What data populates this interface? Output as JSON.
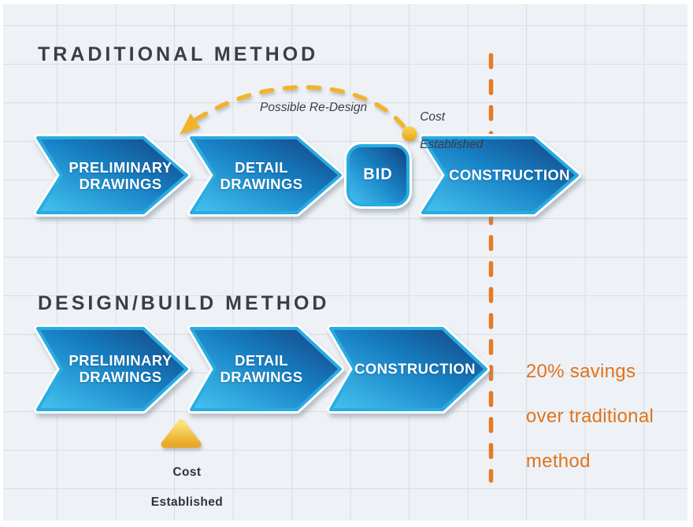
{
  "traditional": {
    "title": "TRADITIONAL METHOD",
    "annotations": {
      "redesign": "Possible Re-Design",
      "cost": {
        "line1": "Cost",
        "line2": "Established"
      }
    },
    "steps": [
      {
        "line1": "PRELIMINARY",
        "line2": "DRAWINGS"
      },
      {
        "line1": "DETAIL",
        "line2": "DRAWINGS"
      },
      {
        "line1": "BID",
        "line2": ""
      },
      {
        "line1": "CONSTRUCTION",
        "line2": ""
      }
    ]
  },
  "designbuild": {
    "title": "DESIGN/BUILD METHOD",
    "steps": [
      {
        "line1": "PRELIMINARY",
        "line2": "DRAWINGS"
      },
      {
        "line1": "DETAIL",
        "line2": "DRAWINGS"
      },
      {
        "line1": "CONSTRUCTION",
        "line2": ""
      }
    ],
    "cost": {
      "line1": "Cost",
      "line2": "Established"
    },
    "savings": {
      "line1": "20% savings",
      "line2": "over traditional",
      "line3": "method"
    }
  },
  "colors": {
    "arrow_light_blue": "#45c4f0",
    "arrow_dark_blue": "#0e3f7e",
    "arrow_stroke": "#29abe2",
    "gold": "#f2b32b",
    "orange": "#e57b24",
    "title_gray": "#3b3e42",
    "grid_line": "#d8dde3",
    "panel_bg": "#eef2f6"
  }
}
